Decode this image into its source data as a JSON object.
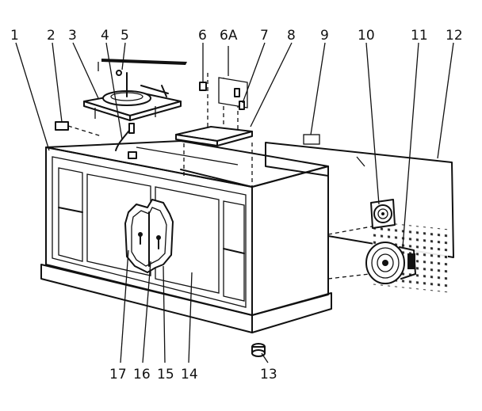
{
  "diagram": {
    "callouts_top": [
      "1",
      "2",
      "3",
      "4",
      "5",
      "6",
      "6A",
      "7",
      "8",
      "9",
      "10",
      "11",
      "12"
    ],
    "callouts_bottom": [
      "17",
      "16",
      "15",
      "14",
      "13"
    ]
  },
  "colors": {
    "ink": "#111111",
    "paper": "#ffffff"
  }
}
